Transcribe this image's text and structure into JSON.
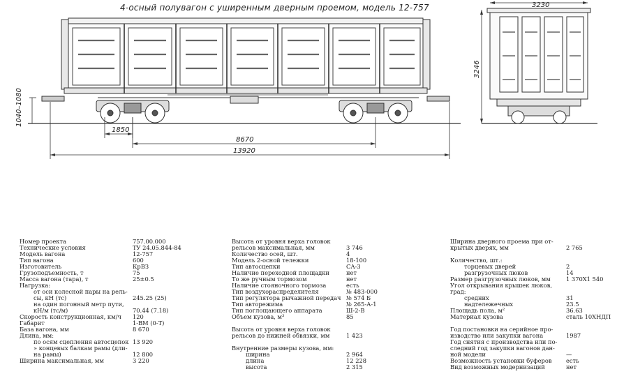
{
  "title": "4-осный полувагон с уширенным дверным проемом, модель 12-757",
  "drawing": {
    "dimensions": {
      "total_length": "13920",
      "bogie_base": "8670",
      "bogie_offset": "1850",
      "coupler_height": "1040–1080",
      "height": "3246",
      "width": "3230"
    }
  },
  "specs": {
    "col1": [
      {
        "label": "Номер проекта",
        "value": "757.00.000",
        "indent": 0
      },
      {
        "label": "Технические условия",
        "value": "ТУ 24.05.844-84",
        "indent": 0
      },
      {
        "label": "Модель вагона",
        "value": "12-757",
        "indent": 0
      },
      {
        "label": "Тип вагона",
        "value": "600",
        "indent": 0
      },
      {
        "label": "Изготовитель",
        "value": "КрВЗ",
        "indent": 0
      },
      {
        "label": "Грузоподъемность, т",
        "value": "75",
        "indent": 0
      },
      {
        "label": "Масса вагона (тара), т",
        "value": "25±0.5",
        "indent": 0
      },
      {
        "label": "Нагрузка:",
        "value": "",
        "indent": 0
      },
      {
        "label": "от оси колесной пары на рель-",
        "value": "",
        "indent": 1
      },
      {
        "label": "сы, кН (тс)",
        "value": "245.25 (25)",
        "indent": 1
      },
      {
        "label": "на один погонный метр пути,",
        "value": "",
        "indent": 1
      },
      {
        "label": "кН/м (тс/м)",
        "value": "70.44 (7.18)",
        "indent": 1
      },
      {
        "label": "Скорость конструкционная, км/ч",
        "value": "120",
        "indent": 0
      },
      {
        "label": "Габарит",
        "value": "1-ВМ (0-Т)",
        "indent": 0
      },
      {
        "label": "База вагона, мм",
        "value": "8 670",
        "indent": 0
      },
      {
        "label": "Длина, мм:",
        "value": "",
        "indent": 0
      },
      {
        "label": "по осям сцепления автосцепок",
        "value": "13 920",
        "indent": 1
      },
      {
        "label": "» концевых балкам рамы (дли-",
        "value": "",
        "indent": 1
      },
      {
        "label": "на рамы)",
        "value": "12 800",
        "indent": 1
      },
      {
        "label": "Ширина максимальная, мм",
        "value": "3 220",
        "indent": 0
      }
    ],
    "col2": [
      {
        "label": "Высота от уровня верха головок",
        "value": "",
        "indent": 0
      },
      {
        "label": "рельсов максимальная, мм",
        "value": "3 746",
        "indent": 0
      },
      {
        "label": "Количество осей, шт.",
        "value": "4",
        "indent": 0
      },
      {
        "label": "Модель 2-осной тележки",
        "value": "18-100",
        "indent": 0
      },
      {
        "label": "Тип автосцепки",
        "value": "СА-3",
        "indent": 0
      },
      {
        "label": "Наличие переходной площадки",
        "value": "нет",
        "indent": 0
      },
      {
        "label": "То же ручным тормозом",
        "value": "нет",
        "indent": 0
      },
      {
        "label": "Наличие стояночного тормоза",
        "value": "есть",
        "indent": 0
      },
      {
        "label": "Тип воздухораспределителя",
        "value": "№ 483-000",
        "indent": 0
      },
      {
        "label": "Тип регулятора рычажной передач",
        "value": "№ 574 Б",
        "indent": 0
      },
      {
        "label": "Тип авторежима",
        "value": "№ 265-А-1",
        "indent": 0
      },
      {
        "label": "Тип поглощающего аппарата",
        "value": "Ш-2-В",
        "indent": 0
      },
      {
        "label": "Объем кузова, м³",
        "value": "85",
        "indent": 0
      },
      {
        "label": "",
        "value": "",
        "indent": 0
      },
      {
        "label": "Высота от уровня верха головок",
        "value": "",
        "indent": 0
      },
      {
        "label": "рельсов до нижней обвязки, мм",
        "value": "1 423",
        "indent": 0
      },
      {
        "label": "",
        "value": "",
        "indent": 0
      },
      {
        "label": "Внутренние размеры кузова, мм:",
        "value": "",
        "indent": 0
      },
      {
        "label": "ширина",
        "value": "2 964",
        "indent": 1
      },
      {
        "label": "длина",
        "value": "12 228",
        "indent": 1
      },
      {
        "label": "высота",
        "value": "2 315",
        "indent": 1
      }
    ],
    "col3": [
      {
        "label": "Ширина дверного проема при от-",
        "value": "",
        "indent": 0
      },
      {
        "label": "крытых дверях, мм",
        "value": "2 765",
        "indent": 0
      },
      {
        "label": "",
        "value": "",
        "indent": 0
      },
      {
        "label": "Количество, шт.:",
        "value": "",
        "indent": 0
      },
      {
        "label": "торцевых дверей",
        "value": "2",
        "indent": 1
      },
      {
        "label": "разгрузочных люков",
        "value": "14",
        "indent": 1
      },
      {
        "label": "Размер разгрузочных люков, мм",
        "value": "1 370X1 540",
        "indent": 0
      },
      {
        "label": "Угол открывания крышек люков,",
        "value": "",
        "indent": 0
      },
      {
        "label": "град:",
        "value": "",
        "indent": 0
      },
      {
        "label": "средних",
        "value": "31",
        "indent": 1
      },
      {
        "label": "надтележечных",
        "value": "23.5",
        "indent": 1
      },
      {
        "label": "Площадь пола, м²",
        "value": "36.63",
        "indent": 0
      },
      {
        "label": "Материал кузова",
        "value": "сталь 10ХНДП",
        "indent": 0
      },
      {
        "label": "",
        "value": "",
        "indent": 0
      },
      {
        "label": "Год постановки на серийное про-",
        "value": "",
        "indent": 0
      },
      {
        "label": "изводство или закупки вагона",
        "value": "1987",
        "indent": 0
      },
      {
        "label": "Год снятия с производства или по-",
        "value": "",
        "indent": 0
      },
      {
        "label": "следний год закупки вагонов дан-",
        "value": "",
        "indent": 0
      },
      {
        "label": "ной модели",
        "value": "—",
        "indent": 0
      },
      {
        "label": "Возможность установки буферов",
        "value": "есть",
        "indent": 0
      },
      {
        "label": "Вид возможных модернизаций",
        "value": "нет",
        "indent": 0
      }
    ]
  }
}
